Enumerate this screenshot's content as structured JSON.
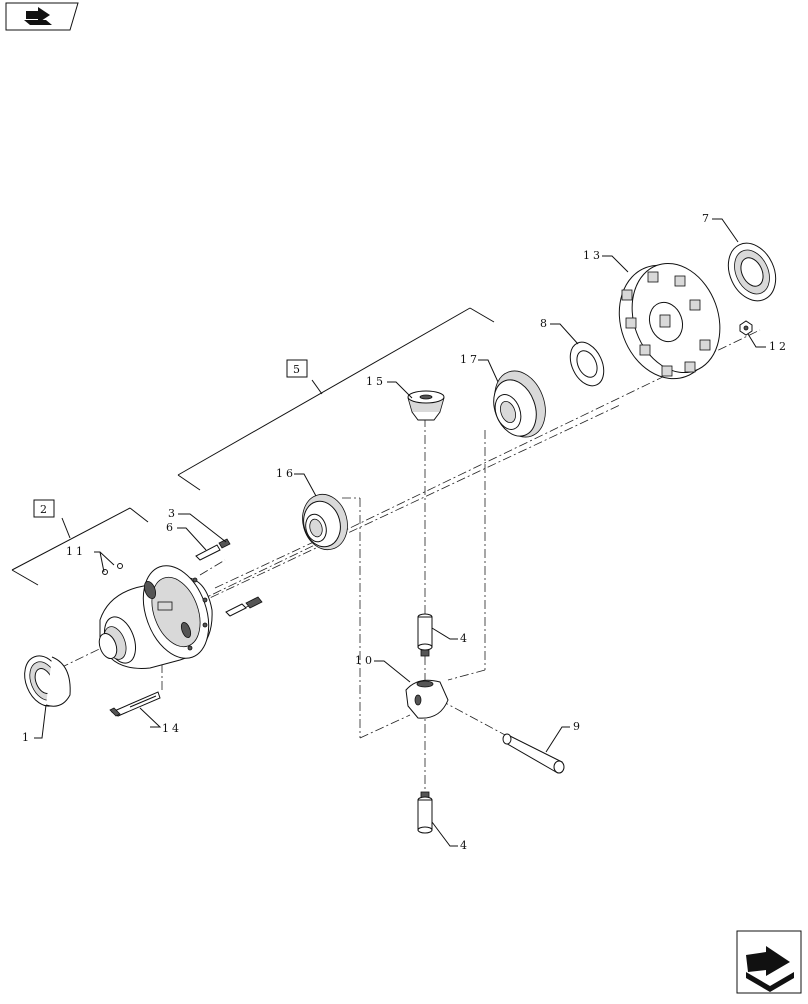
{
  "nav": {
    "top_icon": "prev-page-icon",
    "bottom_icon": "next-page-icon"
  },
  "groups": [
    {
      "id": "group-2",
      "label": "2"
    },
    {
      "id": "group-5",
      "label": "5"
    }
  ],
  "callouts": [
    {
      "id": "1",
      "label": "1"
    },
    {
      "id": "3",
      "label": "3"
    },
    {
      "id": "4a",
      "label": "4"
    },
    {
      "id": "4b",
      "label": "4"
    },
    {
      "id": "6",
      "label": "6"
    },
    {
      "id": "7",
      "label": "7"
    },
    {
      "id": "8",
      "label": "8"
    },
    {
      "id": "9",
      "label": "9"
    },
    {
      "id": "10",
      "label": "10"
    },
    {
      "id": "11",
      "label": "11"
    },
    {
      "id": "12",
      "label": "12"
    },
    {
      "id": "13",
      "label": "13"
    },
    {
      "id": "14",
      "label": "14"
    },
    {
      "id": "15",
      "label": "15"
    },
    {
      "id": "16",
      "label": "16"
    },
    {
      "id": "17",
      "label": "17"
    }
  ]
}
